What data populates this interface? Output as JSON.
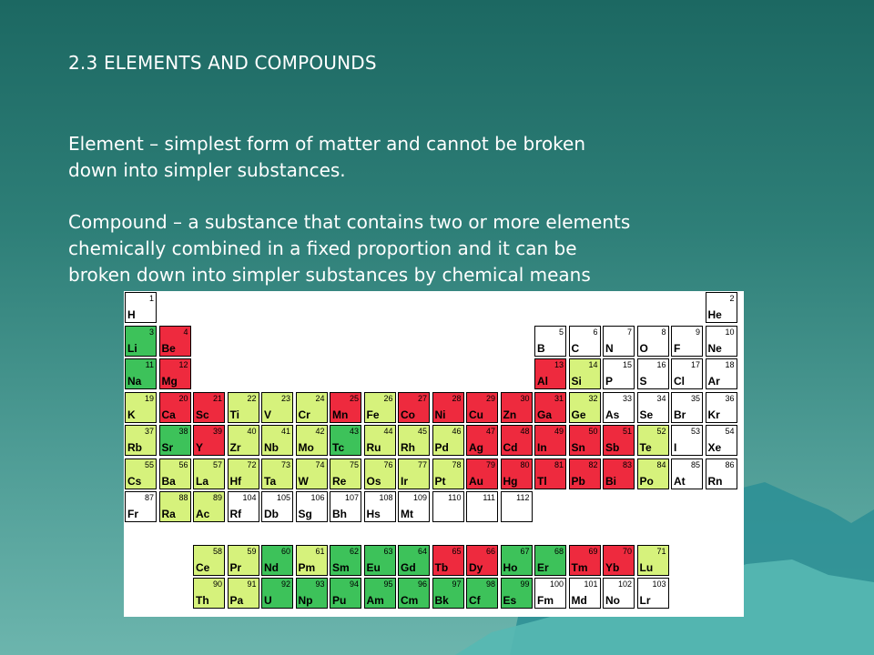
{
  "slide": {
    "title": "2.3 ELEMENTS AND COMPOUNDS",
    "paragraphs": [
      {
        "lines": [
          "Element – simplest form of matter and cannot be broken",
          "down into simpler substances."
        ]
      },
      {
        "lines": [
          "Compound – a substance that contains two or more elements",
          "chemically combined in a fixed proportion and it can be",
          "broken down into simpler substances by chemical means"
        ]
      }
    ]
  },
  "colors": {
    "metal": "#ee2a3e",
    "metalloid": "#3dc25a",
    "nonmetal": "#ffffff",
    "alkali": "#d6f27c"
  },
  "periodic_table": {
    "elements": [
      {
        "n": "1",
        "s": "H",
        "r": 1,
        "c": 1,
        "t": "w"
      },
      {
        "n": "2",
        "s": "He",
        "r": 1,
        "c": 18,
        "t": "w"
      },
      {
        "n": "3",
        "s": "Li",
        "r": 2,
        "c": 1,
        "t": "g"
      },
      {
        "n": "4",
        "s": "Be",
        "r": 2,
        "c": 2,
        "t": "r"
      },
      {
        "n": "5",
        "s": "B",
        "r": 2,
        "c": 13,
        "t": "w"
      },
      {
        "n": "6",
        "s": "C",
        "r": 2,
        "c": 14,
        "t": "w"
      },
      {
        "n": "7",
        "s": "N",
        "r": 2,
        "c": 15,
        "t": "w"
      },
      {
        "n": "8",
        "s": "O",
        "r": 2,
        "c": 16,
        "t": "w"
      },
      {
        "n": "9",
        "s": "F",
        "r": 2,
        "c": 17,
        "t": "w"
      },
      {
        "n": "10",
        "s": "Ne",
        "r": 2,
        "c": 18,
        "t": "w"
      },
      {
        "n": "11",
        "s": "Na",
        "r": 3,
        "c": 1,
        "t": "g"
      },
      {
        "n": "12",
        "s": "Mg",
        "r": 3,
        "c": 2,
        "t": "r"
      },
      {
        "n": "13",
        "s": "Al",
        "r": 3,
        "c": 13,
        "t": "r"
      },
      {
        "n": "14",
        "s": "Si",
        "r": 3,
        "c": 14,
        "t": "y"
      },
      {
        "n": "15",
        "s": "P",
        "r": 3,
        "c": 15,
        "t": "w"
      },
      {
        "n": "16",
        "s": "S",
        "r": 3,
        "c": 16,
        "t": "w"
      },
      {
        "n": "17",
        "s": "Cl",
        "r": 3,
        "c": 17,
        "t": "w"
      },
      {
        "n": "18",
        "s": "Ar",
        "r": 3,
        "c": 18,
        "t": "w"
      },
      {
        "n": "19",
        "s": "K",
        "r": 4,
        "c": 1,
        "t": "y"
      },
      {
        "n": "20",
        "s": "Ca",
        "r": 4,
        "c": 2,
        "t": "r"
      },
      {
        "n": "21",
        "s": "Sc",
        "r": 4,
        "c": 3,
        "t": "r"
      },
      {
        "n": "22",
        "s": "Ti",
        "r": 4,
        "c": 4,
        "t": "y"
      },
      {
        "n": "23",
        "s": "V",
        "r": 4,
        "c": 5,
        "t": "y"
      },
      {
        "n": "24",
        "s": "Cr",
        "r": 4,
        "c": 6,
        "t": "y"
      },
      {
        "n": "25",
        "s": "Mn",
        "r": 4,
        "c": 7,
        "t": "r"
      },
      {
        "n": "26",
        "s": "Fe",
        "r": 4,
        "c": 8,
        "t": "y"
      },
      {
        "n": "27",
        "s": "Co",
        "r": 4,
        "c": 9,
        "t": "r"
      },
      {
        "n": "28",
        "s": "Ni",
        "r": 4,
        "c": 10,
        "t": "r"
      },
      {
        "n": "29",
        "s": "Cu",
        "r": 4,
        "c": 11,
        "t": "r"
      },
      {
        "n": "30",
        "s": "Zn",
        "r": 4,
        "c": 12,
        "t": "r"
      },
      {
        "n": "31",
        "s": "Ga",
        "r": 4,
        "c": 13,
        "t": "r"
      },
      {
        "n": "32",
        "s": "Ge",
        "r": 4,
        "c": 14,
        "t": "y"
      },
      {
        "n": "33",
        "s": "As",
        "r": 4,
        "c": 15,
        "t": "w"
      },
      {
        "n": "34",
        "s": "Se",
        "r": 4,
        "c": 16,
        "t": "w"
      },
      {
        "n": "35",
        "s": "Br",
        "r": 4,
        "c": 17,
        "t": "w"
      },
      {
        "n": "36",
        "s": "Kr",
        "r": 4,
        "c": 18,
        "t": "w"
      },
      {
        "n": "37",
        "s": "Rb",
        "r": 5,
        "c": 1,
        "t": "y"
      },
      {
        "n": "38",
        "s": "Sr",
        "r": 5,
        "c": 2,
        "t": "g"
      },
      {
        "n": "39",
        "s": "Y",
        "r": 5,
        "c": 3,
        "t": "r"
      },
      {
        "n": "40",
        "s": "Zr",
        "r": 5,
        "c": 4,
        "t": "y"
      },
      {
        "n": "41",
        "s": "Nb",
        "r": 5,
        "c": 5,
        "t": "y"
      },
      {
        "n": "42",
        "s": "Mo",
        "r": 5,
        "c": 6,
        "t": "y"
      },
      {
        "n": "43",
        "s": "Tc",
        "r": 5,
        "c": 7,
        "t": "g"
      },
      {
        "n": "44",
        "s": "Ru",
        "r": 5,
        "c": 8,
        "t": "y"
      },
      {
        "n": "45",
        "s": "Rh",
        "r": 5,
        "c": 9,
        "t": "y"
      },
      {
        "n": "46",
        "s": "Pd",
        "r": 5,
        "c": 10,
        "t": "y"
      },
      {
        "n": "47",
        "s": "Ag",
        "r": 5,
        "c": 11,
        "t": "r"
      },
      {
        "n": "48",
        "s": "Cd",
        "r": 5,
        "c": 12,
        "t": "r"
      },
      {
        "n": "49",
        "s": "In",
        "r": 5,
        "c": 13,
        "t": "r"
      },
      {
        "n": "50",
        "s": "Sn",
        "r": 5,
        "c": 14,
        "t": "r"
      },
      {
        "n": "51",
        "s": "Sb",
        "r": 5,
        "c": 15,
        "t": "r"
      },
      {
        "n": "52",
        "s": "Te",
        "r": 5,
        "c": 16,
        "t": "y"
      },
      {
        "n": "53",
        "s": "I",
        "r": 5,
        "c": 17,
        "t": "w"
      },
      {
        "n": "54",
        "s": "Xe",
        "r": 5,
        "c": 18,
        "t": "w"
      },
      {
        "n": "55",
        "s": "Cs",
        "r": 6,
        "c": 1,
        "t": "y"
      },
      {
        "n": "56",
        "s": "Ba",
        "r": 6,
        "c": 2,
        "t": "y"
      },
      {
        "n": "57",
        "s": "La",
        "r": 6,
        "c": 3,
        "t": "y"
      },
      {
        "n": "72",
        "s": "Hf",
        "r": 6,
        "c": 4,
        "t": "y"
      },
      {
        "n": "73",
        "s": "Ta",
        "r": 6,
        "c": 5,
        "t": "y"
      },
      {
        "n": "74",
        "s": "W",
        "r": 6,
        "c": 6,
        "t": "y"
      },
      {
        "n": "75",
        "s": "Re",
        "r": 6,
        "c": 7,
        "t": "y"
      },
      {
        "n": "76",
        "s": "Os",
        "r": 6,
        "c": 8,
        "t": "y"
      },
      {
        "n": "77",
        "s": "Ir",
        "r": 6,
        "c": 9,
        "t": "y"
      },
      {
        "n": "78",
        "s": "Pt",
        "r": 6,
        "c": 10,
        "t": "y"
      },
      {
        "n": "79",
        "s": "Au",
        "r": 6,
        "c": 11,
        "t": "r"
      },
      {
        "n": "80",
        "s": "Hg",
        "r": 6,
        "c": 12,
        "t": "r"
      },
      {
        "n": "81",
        "s": "Tl",
        "r": 6,
        "c": 13,
        "t": "r"
      },
      {
        "n": "82",
        "s": "Pb",
        "r": 6,
        "c": 14,
        "t": "r"
      },
      {
        "n": "83",
        "s": "Bi",
        "r": 6,
        "c": 15,
        "t": "r"
      },
      {
        "n": "84",
        "s": "Po",
        "r": 6,
        "c": 16,
        "t": "y"
      },
      {
        "n": "85",
        "s": "At",
        "r": 6,
        "c": 17,
        "t": "w"
      },
      {
        "n": "86",
        "s": "Rn",
        "r": 6,
        "c": 18,
        "t": "w"
      },
      {
        "n": "87",
        "s": "Fr",
        "r": 7,
        "c": 1,
        "t": "w"
      },
      {
        "n": "88",
        "s": "Ra",
        "r": 7,
        "c": 2,
        "t": "y"
      },
      {
        "n": "89",
        "s": "Ac",
        "r": 7,
        "c": 3,
        "t": "y"
      },
      {
        "n": "104",
        "s": "Rf",
        "r": 7,
        "c": 4,
        "t": "w"
      },
      {
        "n": "105",
        "s": "Db",
        "r": 7,
        "c": 5,
        "t": "w"
      },
      {
        "n": "106",
        "s": "Sg",
        "r": 7,
        "c": 6,
        "t": "w"
      },
      {
        "n": "107",
        "s": "Bh",
        "r": 7,
        "c": 7,
        "t": "w"
      },
      {
        "n": "108",
        "s": "Hs",
        "r": 7,
        "c": 8,
        "t": "w"
      },
      {
        "n": "109",
        "s": "Mt",
        "r": 7,
        "c": 9,
        "t": "w"
      },
      {
        "n": "110",
        "s": "",
        "r": 7,
        "c": 10,
        "t": "w"
      },
      {
        "n": "111",
        "s": "",
        "r": 7,
        "c": 11,
        "t": "w"
      },
      {
        "n": "112",
        "s": "",
        "r": 7,
        "c": 12,
        "t": "w"
      },
      {
        "n": "58",
        "s": "Ce",
        "r": 8,
        "c": 3,
        "t": "y"
      },
      {
        "n": "59",
        "s": "Pr",
        "r": 8,
        "c": 4,
        "t": "y"
      },
      {
        "n": "60",
        "s": "Nd",
        "r": 8,
        "c": 5,
        "t": "g"
      },
      {
        "n": "61",
        "s": "Pm",
        "r": 8,
        "c": 6,
        "t": "y"
      },
      {
        "n": "62",
        "s": "Sm",
        "r": 8,
        "c": 7,
        "t": "g"
      },
      {
        "n": "63",
        "s": "Eu",
        "r": 8,
        "c": 8,
        "t": "g"
      },
      {
        "n": "64",
        "s": "Gd",
        "r": 8,
        "c": 9,
        "t": "g"
      },
      {
        "n": "65",
        "s": "Tb",
        "r": 8,
        "c": 10,
        "t": "r"
      },
      {
        "n": "66",
        "s": "Dy",
        "r": 8,
        "c": 11,
        "t": "r"
      },
      {
        "n": "67",
        "s": "Ho",
        "r": 8,
        "c": 12,
        "t": "g"
      },
      {
        "n": "68",
        "s": "Er",
        "r": 8,
        "c": 13,
        "t": "g"
      },
      {
        "n": "69",
        "s": "Tm",
        "r": 8,
        "c": 14,
        "t": "r"
      },
      {
        "n": "70",
        "s": "Yb",
        "r": 8,
        "c": 15,
        "t": "r"
      },
      {
        "n": "71",
        "s": "Lu",
        "r": 8,
        "c": 16,
        "t": "y"
      },
      {
        "n": "90",
        "s": "Th",
        "r": 9,
        "c": 3,
        "t": "y"
      },
      {
        "n": "91",
        "s": "Pa",
        "r": 9,
        "c": 4,
        "t": "y"
      },
      {
        "n": "92",
        "s": "U",
        "r": 9,
        "c": 5,
        "t": "g"
      },
      {
        "n": "93",
        "s": "Np",
        "r": 9,
        "c": 6,
        "t": "g"
      },
      {
        "n": "94",
        "s": "Pu",
        "r": 9,
        "c": 7,
        "t": "g"
      },
      {
        "n": "95",
        "s": "Am",
        "r": 9,
        "c": 8,
        "t": "g"
      },
      {
        "n": "96",
        "s": "Cm",
        "r": 9,
        "c": 9,
        "t": "g"
      },
      {
        "n": "97",
        "s": "Bk",
        "r": 9,
        "c": 10,
        "t": "g"
      },
      {
        "n": "98",
        "s": "Cf",
        "r": 9,
        "c": 11,
        "t": "g"
      },
      {
        "n": "99",
        "s": "Es",
        "r": 9,
        "c": 12,
        "t": "g"
      },
      {
        "n": "100",
        "s": "Fm",
        "r": 9,
        "c": 13,
        "t": "w"
      },
      {
        "n": "101",
        "s": "Md",
        "r": 9,
        "c": 14,
        "t": "w"
      },
      {
        "n": "102",
        "s": "No",
        "r": 9,
        "c": 15,
        "t": "w"
      },
      {
        "n": "103",
        "s": "Lr",
        "r": 9,
        "c": 16,
        "t": "w"
      }
    ]
  }
}
